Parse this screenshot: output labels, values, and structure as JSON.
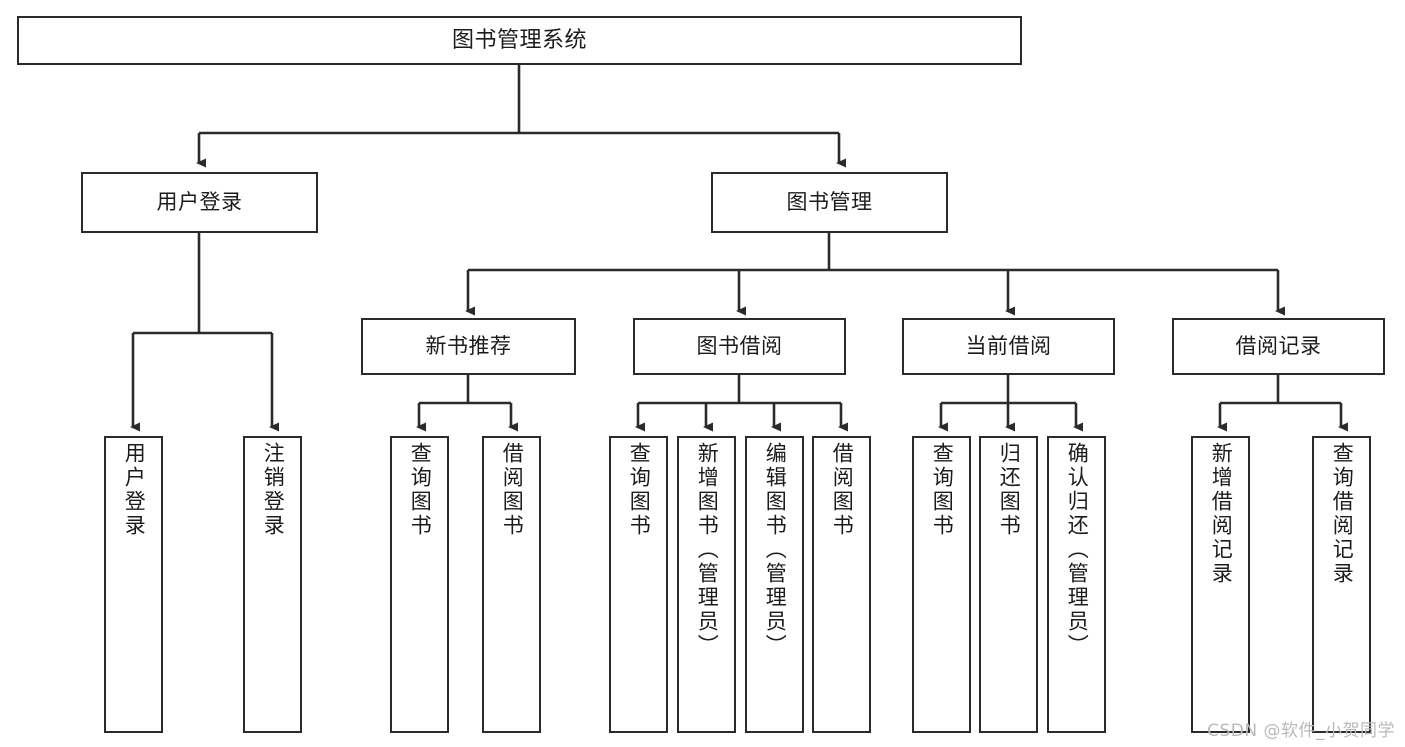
{
  "diagram": {
    "type": "tree",
    "title": "图书管理系统",
    "orientation": "top-down",
    "edge_style": "orthogonal-arrow",
    "colors": {
      "node_border": "#2b2b2b",
      "node_fill": "#ffffff",
      "edge": "#2b2b2b",
      "text": "#1c1c1c",
      "background": "#ffffff",
      "watermark": "#b9b9b9"
    },
    "root": {
      "label": "图书管理系统"
    },
    "level2": [
      {
        "label": "用户登录"
      },
      {
        "label": "图书管理"
      }
    ],
    "level3": [
      {
        "label": "新书推荐"
      },
      {
        "label": "图书借阅"
      },
      {
        "label": "当前借阅"
      },
      {
        "label": "借阅记录"
      }
    ],
    "leaves": {
      "user_login": [
        {
          "label": "用户登录"
        },
        {
          "label": "注销登录"
        }
      ],
      "new_book_recommend": [
        {
          "label": "查询图书"
        },
        {
          "label": "借阅图书"
        }
      ],
      "book_borrow": [
        {
          "label": "查询图书"
        },
        {
          "label": "新增图书（管理员）"
        },
        {
          "label": "编辑图书（管理员）"
        },
        {
          "label": "借阅图书"
        }
      ],
      "current_borrow": [
        {
          "label": "查询图书"
        },
        {
          "label": "归还图书"
        },
        {
          "label": "确认归还（管理员）"
        }
      ],
      "borrow_record": [
        {
          "label": "新增借阅记录"
        },
        {
          "label": "查询借阅记录"
        }
      ]
    }
  },
  "watermark": {
    "text": "CSDN @软件_小贺同学"
  }
}
